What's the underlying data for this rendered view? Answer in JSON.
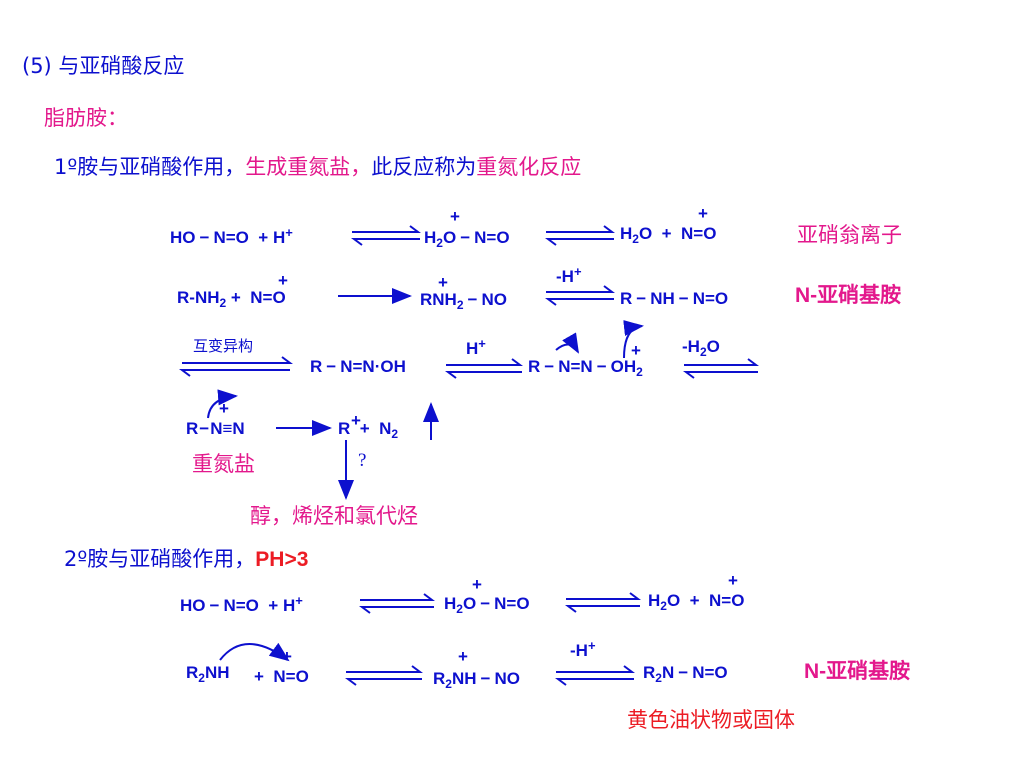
{
  "section_title": "(5) 与亚硝酸反应",
  "subtitle": "脂肪胺：",
  "primary": {
    "intro_plain": "1º胺与亚硝酸作用，",
    "intro_highlight1": "生成重氮盐，",
    "intro_plain2": "此反应称为",
    "intro_highlight2": "重氮化反应"
  },
  "labels": {
    "nitrosonium": "亚硝翁离子",
    "n_nitrosamine": "N-亚硝基胺",
    "tautomer": "互变异构",
    "diazonium_salt": "重氮盐",
    "question": "?",
    "products": "醇，烯烃和氯代烃",
    "n_nitrosamine2": "N-亚硝基胺",
    "yellow_oil": "黄色油状物或固体"
  },
  "secondary": {
    "intro_plain": "2º胺与亚硝酸作用，",
    "intro_ph": "PH>3"
  },
  "arrow_labels": {
    "minus_h": "-H",
    "h_plus": "H",
    "minus_h2o": "-H",
    "minus_h_2": "-H"
  },
  "colors": {
    "blue": "#0d10ce",
    "pink": "#e3188c",
    "red": "#ec1c24"
  }
}
